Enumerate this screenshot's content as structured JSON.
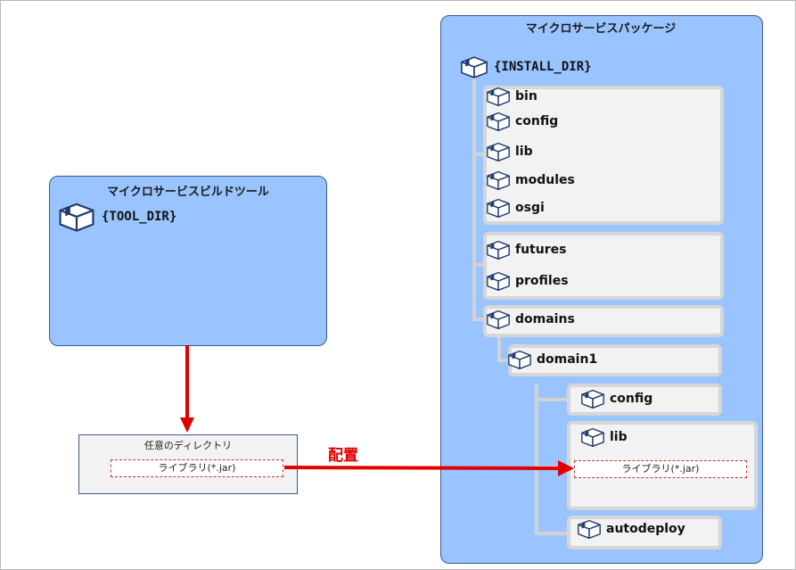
{
  "build_tool": {
    "title": "マイクロサービスビルドツール",
    "root": "{TOOL_DIR}"
  },
  "package": {
    "title": "マイクロサービスパッケージ",
    "root": "{INSTALL_DIR}",
    "group1": [
      "bin",
      "config",
      "lib",
      "modules",
      "osgi"
    ],
    "group2": [
      "futures",
      "profiles"
    ],
    "domains": "domains",
    "domain1": "domain1",
    "domain_children": {
      "config": "config",
      "lib": "lib",
      "autodeploy": "autodeploy"
    }
  },
  "any_dir": {
    "title": "任意のディレクトリ",
    "jar": "ライブラリ(*.jar)"
  },
  "deploy": {
    "label": "配置",
    "target_jar": "ライブラリ(*.jar)"
  },
  "colors": {
    "panel": "#99c4ff",
    "arrow": "#e00000",
    "dashed": "#c0392b"
  }
}
